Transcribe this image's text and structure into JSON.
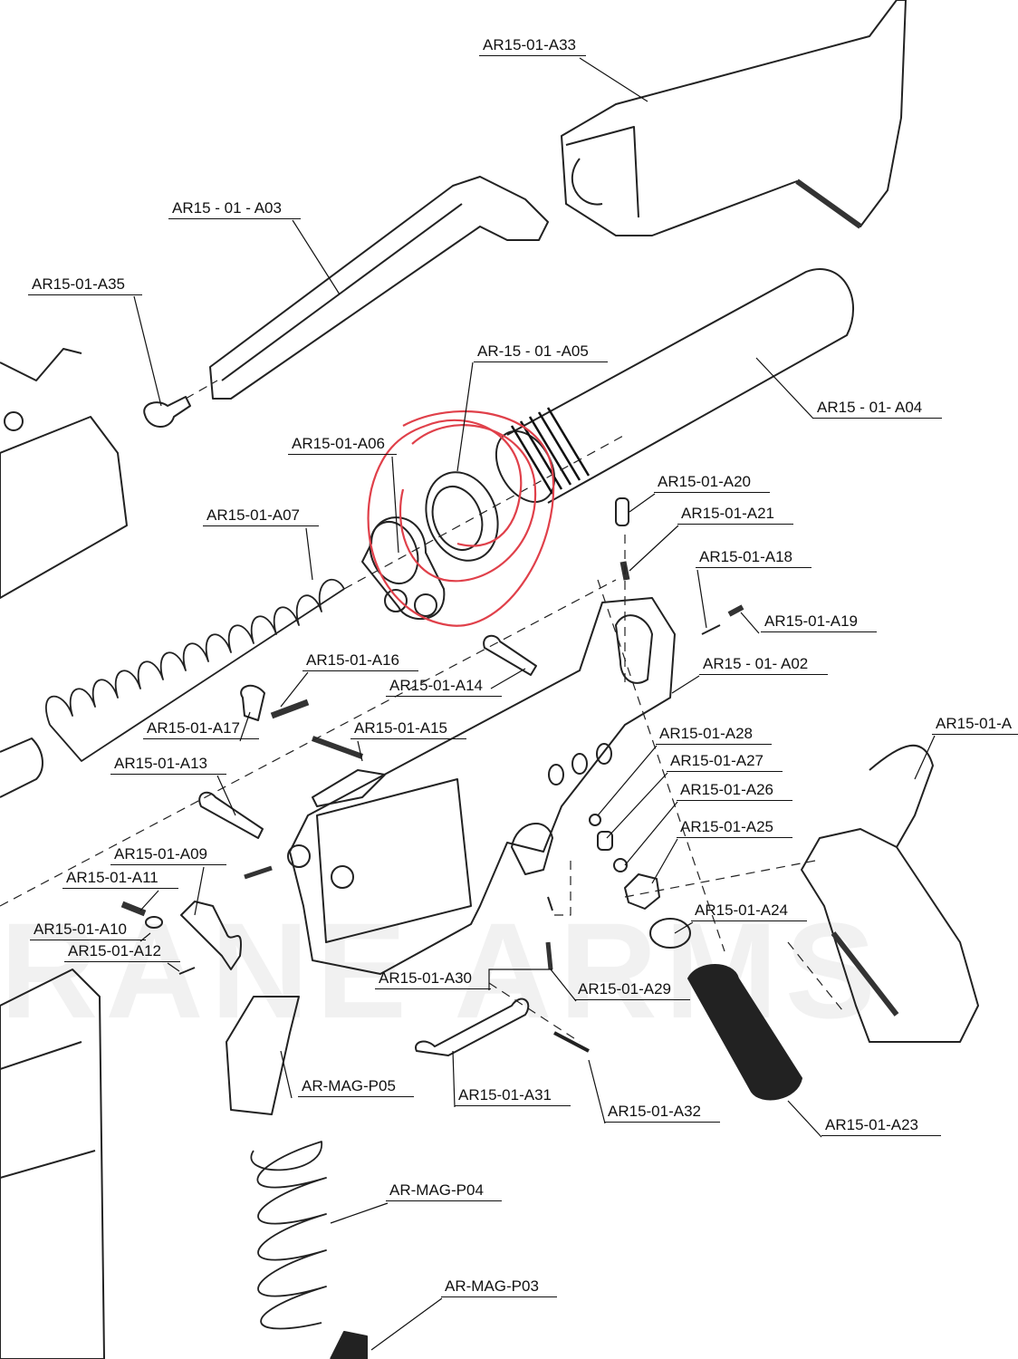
{
  "diagram": {
    "watermark": "RANE ARMS",
    "labels": [
      "AR15-01-A33",
      "AR15 - 01 - A03",
      "AR15-01-A35",
      "AR-15 - 01 -A05",
      "AR15 - 01- A04",
      "AR15-01-A06",
      "AR15-01-A20",
      "AR15-01-A07",
      "AR15-01-A21",
      "AR15-01-A18",
      "AR15-01-A19",
      "AR15-01-A16",
      "AR15 - 01- A02",
      "AR15-01-A14",
      "AR15-01-A17",
      "AR15-01-A15",
      "AR15-01-A",
      "AR15-01-A28",
      "AR15-01-A27",
      "AR15-01-A13",
      "AR15-01-A26",
      "AR15-01-A25",
      "AR15-01-A09",
      "AR15-01-A11",
      "AR15-01-A24",
      "AR15-01-A10",
      "AR15-01-A12",
      "AR15-01-A30",
      "AR15-01-A29",
      "AR-MAG-P05",
      "AR15-01-A31",
      "AR15-01-A32",
      "AR15-01-A23",
      "AR-MAG-P04",
      "AR-MAG-P03"
    ],
    "annotation_color": "#e0404a",
    "line_color": "#111111"
  }
}
